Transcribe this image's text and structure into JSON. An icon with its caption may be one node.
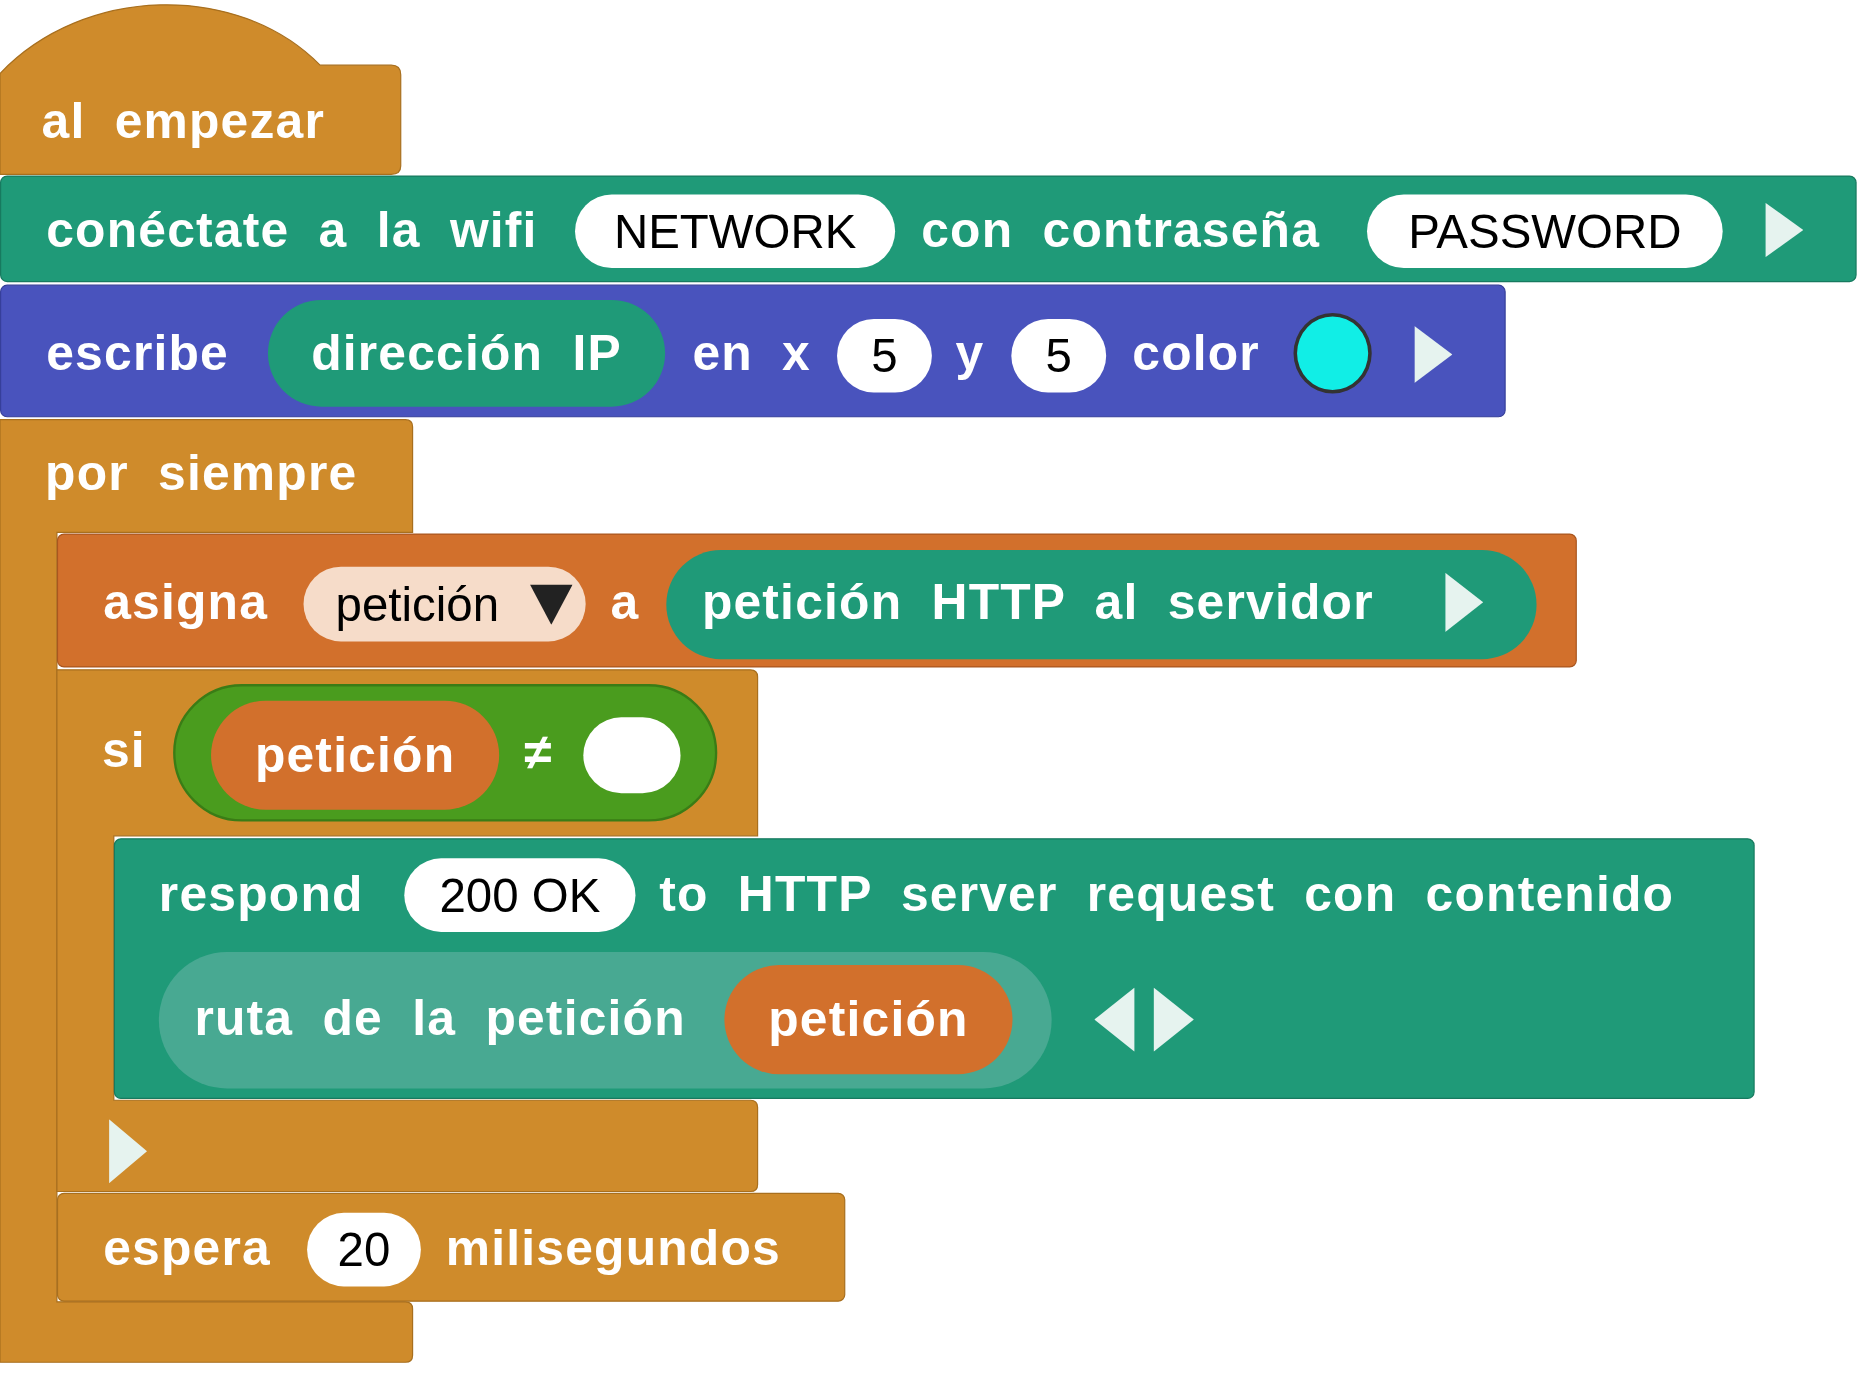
{
  "diagram": {
    "nodes": [
      {
        "text": [
          "al empezar"
        ]
      },
      {
        "text": [
          "conéctate a la wifi",
          "con contraseña"
        ]
      },
      {
        "text": [
          "NETWORK"
        ],
        "in": 1
      },
      {
        "text": [
          "PASSWORD"
        ],
        "in": 1
      },
      {
        "text": [
          "escribe",
          "en x",
          "y",
          "color"
        ]
      },
      {
        "text": [
          "dirección IP"
        ],
        "in": 4
      },
      {
        "text": [
          "5"
        ],
        "in": 4
      },
      {
        "text": [
          "5"
        ],
        "in": 4
      },
      {
        "text": [],
        "shape": "circle",
        "in": 4
      },
      {
        "text": [
          "por siempre"
        ]
      },
      {
        "text": [
          "asigna",
          "a"
        ]
      },
      {
        "text": [
          "petición"
        ],
        "in": 10
      },
      {
        "text": [
          "petición HTTP al servidor"
        ],
        "in": 10
      },
      {
        "text": [
          "si"
        ]
      },
      {
        "text": [
          "≠"
        ],
        "in": 13
      },
      {
        "text": [
          "petición"
        ],
        "in": 14
      },
      {
        "text": [],
        "shape": "oval",
        "in": 14
      },
      {
        "text": [
          "respond",
          "to HTTP server request con contenido"
        ]
      },
      {
        "text": [
          "200 OK"
        ],
        "in": 17
      },
      {
        "text": [
          "ruta de la petición"
        ],
        "in": 17
      },
      {
        "text": [
          "petición"
        ],
        "in": 19
      },
      {
        "text": [
          "espera",
          "milisegundos"
        ]
      },
      {
        "text": [
          "20"
        ],
        "in": 21
      }
    ],
    "edges": []
  }
}
